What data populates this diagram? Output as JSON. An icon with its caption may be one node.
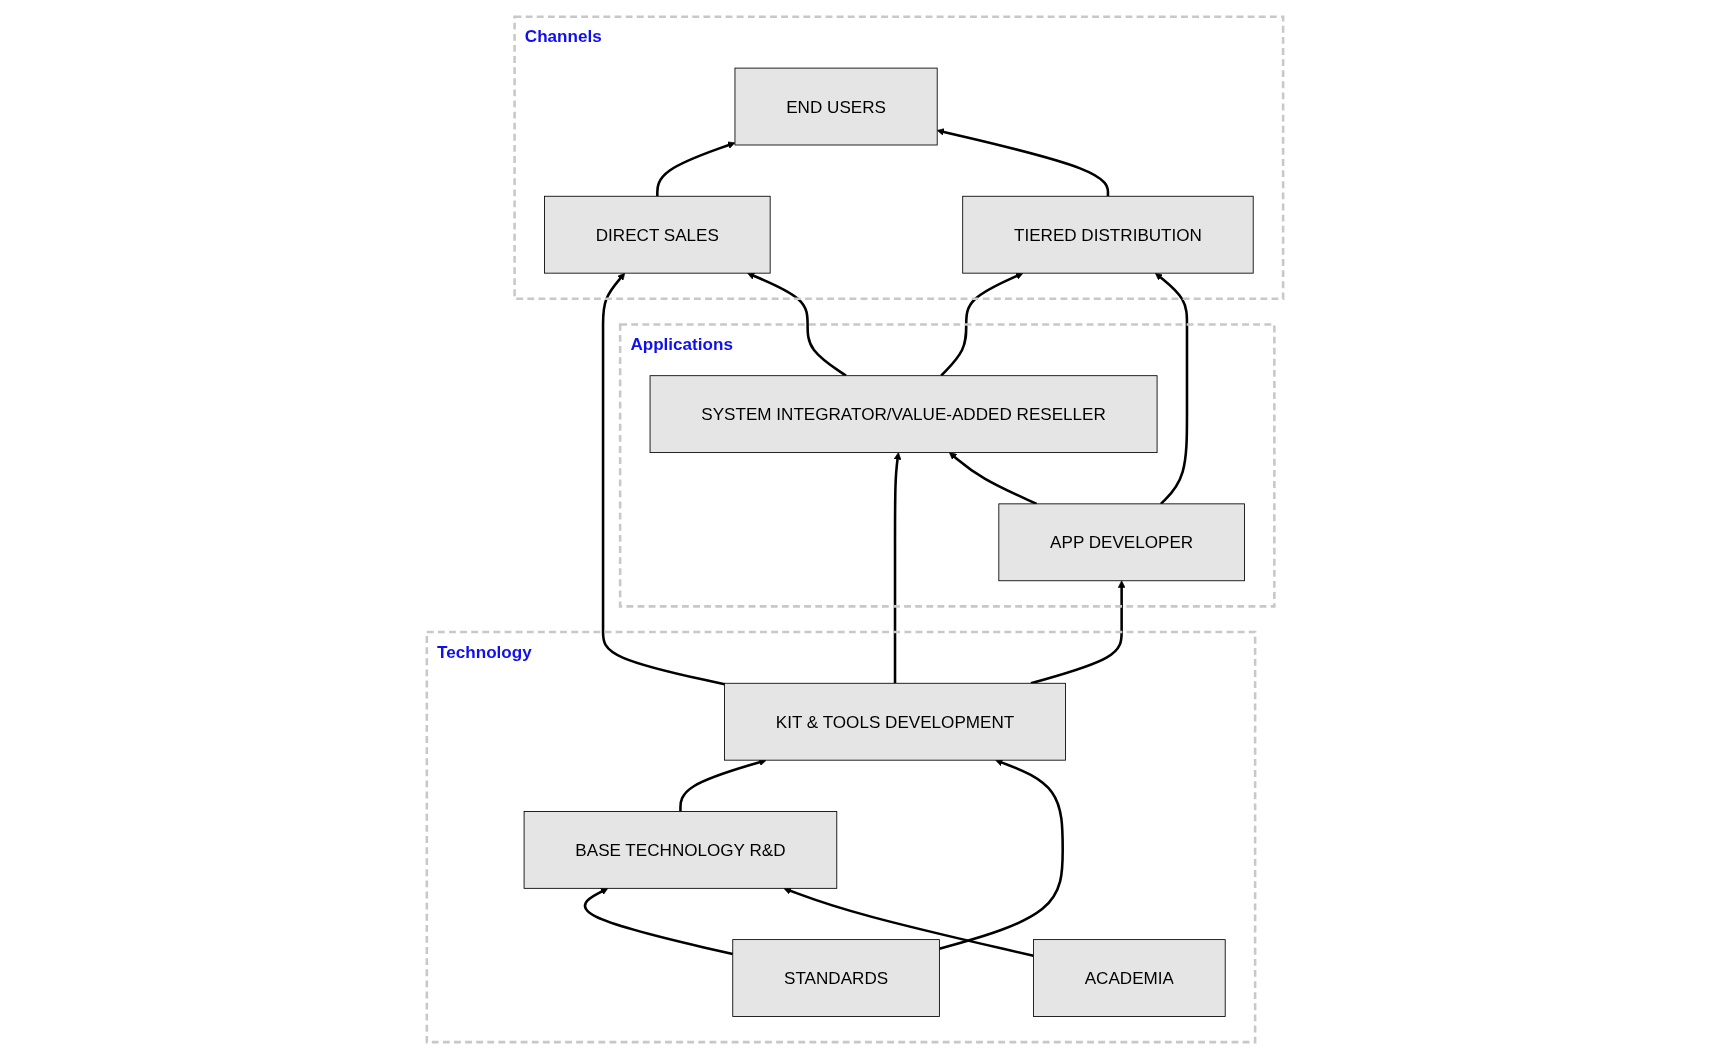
{
  "diagram": {
    "nodes": [
      {
        "text": [
          "Channels"
        ]
      },
      {
        "text": [
          "END USERS"
        ],
        "in": 0
      },
      {
        "text": [
          "DIRECT SALES"
        ],
        "in": 0
      },
      {
        "text": [
          "TIERED DISTRIBUTION"
        ],
        "in": 0
      },
      {
        "text": [
          "Applications"
        ]
      },
      {
        "text": [
          "SYSTEM INTEGRATOR/VALUE-ADDED RESELLER"
        ],
        "in": 4
      },
      {
        "text": [
          "APP DEVELOPER"
        ],
        "in": 4
      },
      {
        "text": [
          "Technology"
        ]
      },
      {
        "text": [
          "KIT & TOOLS DEVELOPMENT"
        ],
        "in": 7
      },
      {
        "text": [
          "BASE TECHNOLOGY R&D"
        ],
        "in": 7
      },
      {
        "text": [
          "STANDARDS"
        ],
        "in": 7
      },
      {
        "text": [
          "ACADEMIA"
        ],
        "in": 7
      }
    ],
    "edges": [
      {
        "from": 2,
        "to": 1,
        "arrow": "to"
      },
      {
        "from": 3,
        "to": 1,
        "arrow": "to"
      },
      {
        "from": 8,
        "to": 2,
        "arrow": "to"
      },
      {
        "from": 5,
        "to": 2,
        "arrow": "to"
      },
      {
        "from": 5,
        "to": 3,
        "arrow": "to"
      },
      {
        "from": 6,
        "to": 3,
        "arrow": "to"
      },
      {
        "from": 8,
        "to": 5,
        "arrow": "to"
      },
      {
        "from": 6,
        "to": 5,
        "arrow": "to"
      },
      {
        "from": 8,
        "to": 6,
        "arrow": "to"
      },
      {
        "from": 9,
        "to": 8,
        "arrow": "to"
      },
      {
        "from": 10,
        "to": 8,
        "arrow": "to"
      },
      {
        "from": 10,
        "to": 9,
        "arrow": "to"
      },
      {
        "from": 11,
        "to": 9,
        "arrow": "to"
      }
    ]
  }
}
